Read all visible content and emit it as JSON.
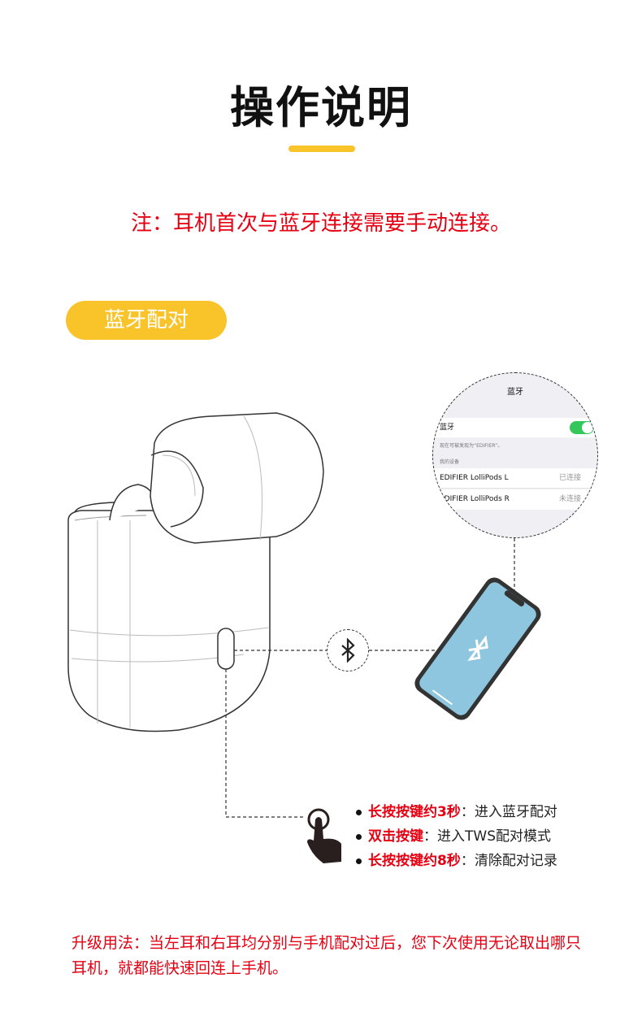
{
  "title": "操作说明",
  "note": "注：耳机首次与蓝牙连接需要手动连接。",
  "section_label": "蓝牙配对",
  "bt_screen": {
    "header": "蓝牙",
    "toggle_label": "蓝牙",
    "toggle_on": true,
    "discoverable_text": "现在可被发现为“EDIFIER”。",
    "my_devices": "我的设备",
    "devices": [
      {
        "name": "EDIFIER LolliPods L",
        "status": "已连接"
      },
      {
        "name": "EDIFIER LolliPods R",
        "status": "未连接"
      }
    ]
  },
  "instructions": [
    {
      "action": "长按按键约3秒",
      "sep": "：",
      "result": "进入蓝牙配对"
    },
    {
      "action": "双击按键",
      "sep": "：",
      "result": "进入TWS配对模式"
    },
    {
      "action": "长按按键约8秒",
      "sep": "：",
      "result": "清除配对记录"
    }
  ],
  "upgrade_note": "升级用法：当左耳和右耳均分别与手机配对过后，您下次使用无论取出哪只耳机，就都能快速回连上手机。",
  "colors": {
    "accent": "#f9c32a",
    "warning": "#e60012"
  }
}
